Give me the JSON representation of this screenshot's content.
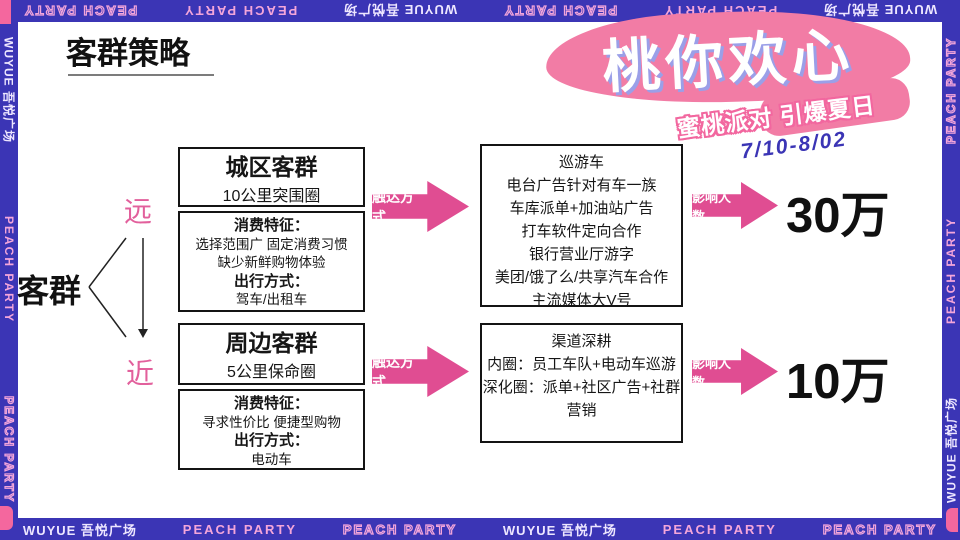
{
  "slide": {
    "title": "客群策略"
  },
  "border": {
    "brand": "WUYUE 吾悦广场",
    "party": "PEACH PARTY"
  },
  "logo": {
    "main": "桃你欢心",
    "subtitle": "蜜桃派对 引爆夏日",
    "dates": "7/10-8/02"
  },
  "cluster": {
    "label": "客群",
    "far": "远",
    "near": "近"
  },
  "groups": [
    {
      "name": "城区客群",
      "range": "10公里突围圈",
      "traits_title": "消费特征：",
      "trait_lines": [
        "选择范围广 固定消费习惯",
        "缺少新鲜购物体验"
      ],
      "travel_title": "出行方式：",
      "travel": "驾车/出租车",
      "reach_label": "触达方式",
      "channel_lines": [
        "巡游车",
        "电台广告针对有车一族",
        "车库派单+加油站广告",
        "打车软件定向合作",
        "银行营业厅游字",
        "美团/饿了么/共享汽车合作",
        "主流媒体大V号"
      ],
      "impact_label": "影响人数",
      "impact_value": "30万"
    },
    {
      "name": "周边客群",
      "range": "5公里保命圈",
      "traits_title": "消费特征：",
      "trait_lines": [
        "寻求性价比 便捷型购物"
      ],
      "travel_title": "出行方式：",
      "travel": "电动车",
      "reach_label": "触达方式",
      "channel_lines": [
        "渠道深耕",
        "内圈：员工车队+电动车巡游",
        "深化圈：派单+社区广告+社群营销"
      ],
      "impact_label": "影响人数",
      "impact_value": "10万"
    }
  ],
  "colors": {
    "border_blue": "#3B35B5",
    "arrow_pink": "#E04D92",
    "accent_pink": "#E2609C",
    "logo_pink": "#F27CA5"
  }
}
